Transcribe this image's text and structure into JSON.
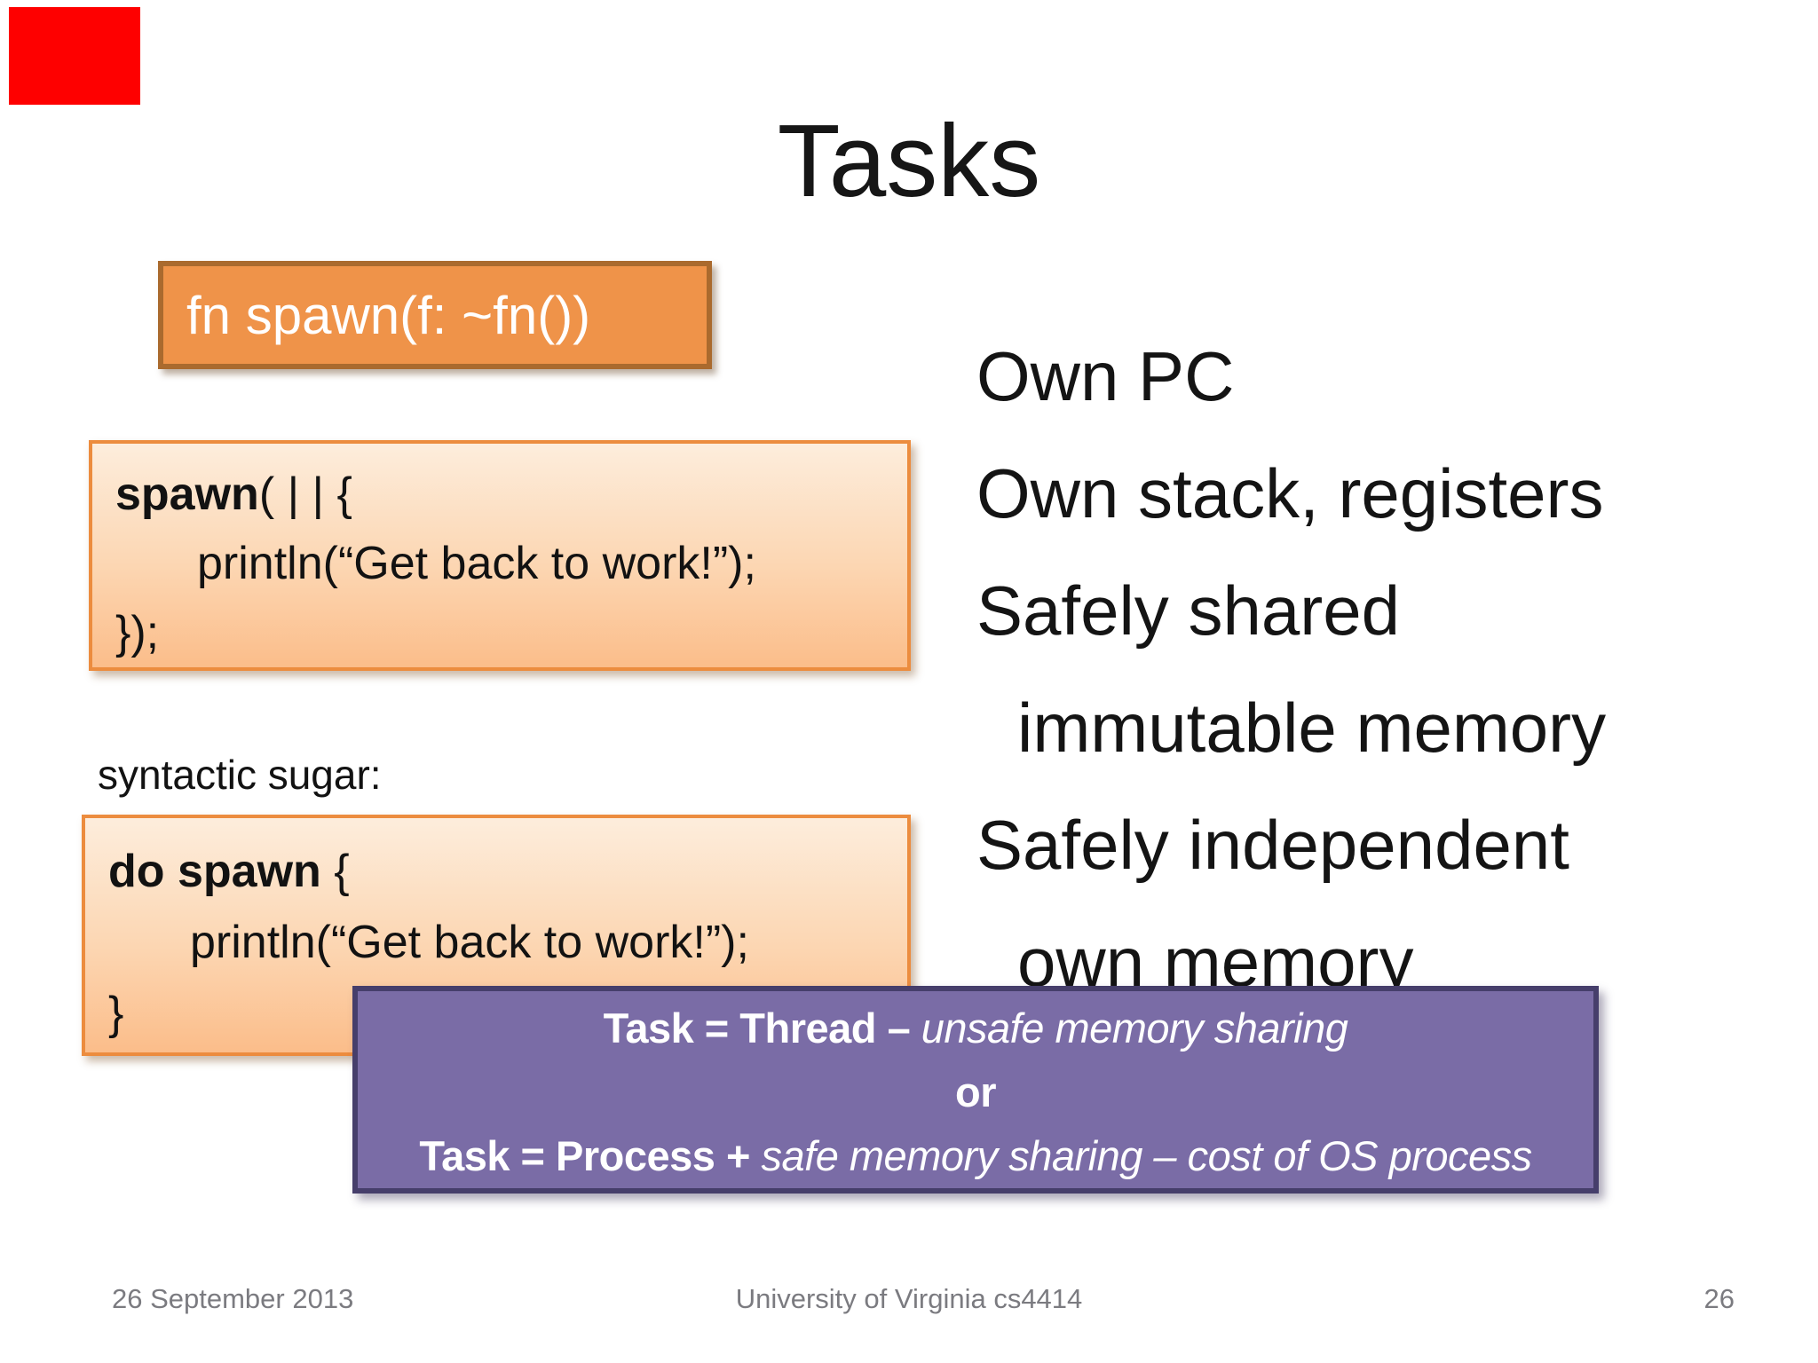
{
  "colors": {
    "red_marker": "#fe0000",
    "orange_box_fill": "#ef9349",
    "orange_box_border": "#aa6a2e",
    "gradient_box_border": "#ec8c3e",
    "gradient_top": "#fdeddc",
    "gradient_bottom": "#fbbd8a",
    "purple_fill": "#7a6ca6",
    "purple_border": "#463e6b",
    "footer_gray": "#7b7b80"
  },
  "title": "Tasks",
  "signature_box": {
    "code": "fn spawn(f: ~fn())"
  },
  "spawn_box": {
    "line1_keyword": "spawn",
    "line1_rest": "( | | {",
    "line2": "println(“Get back to work!”);",
    "line3": "});"
  },
  "sugar_label": "syntactic sugar:",
  "do_spawn_box": {
    "line1_keyword": "do spawn",
    "line1_rest": " {",
    "line2": "println(“Get back to work!”);",
    "line3": "}"
  },
  "properties": {
    "items": [
      {
        "text": "Own PC",
        "indent": false
      },
      {
        "text": "Own stack, registers",
        "indent": false
      },
      {
        "text": "Safely shared",
        "indent": false
      },
      {
        "text": "immutable memory",
        "indent": true
      },
      {
        "text": "Safely independent",
        "indent": false
      },
      {
        "text": "own memory",
        "indent": true
      }
    ]
  },
  "task_note": {
    "line1_bold": "Task = Thread – ",
    "line1_italic": "unsafe memory sharing",
    "line2": "or",
    "line3_bold": "Task = Process + ",
    "line3_italic": "safe memory sharing – cost of OS process"
  },
  "footer": {
    "date": "26 September 2013",
    "course": "University of Virginia cs4414",
    "page_number": "26"
  }
}
